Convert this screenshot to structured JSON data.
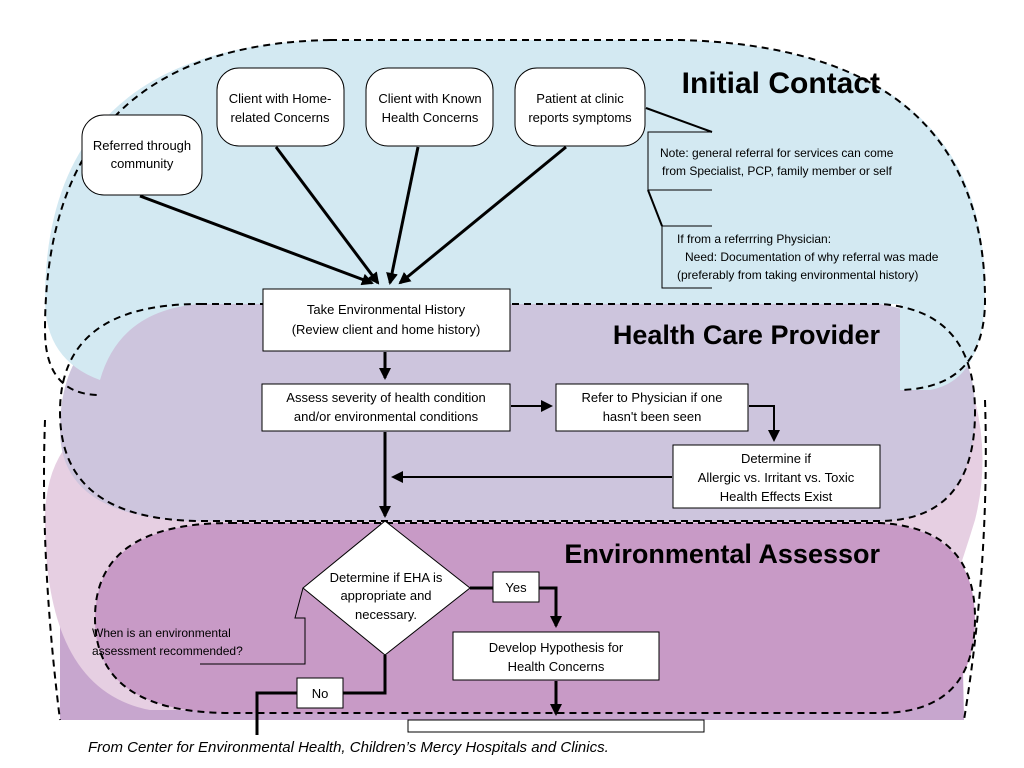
{
  "zones": {
    "initial_contact": "Initial Contact",
    "health_care_provider": "Health Care Provider",
    "environmental_assessor": "Environmental Assessor"
  },
  "sources": {
    "referred": [
      "Referred through",
      "community"
    ],
    "home": [
      "Client with Home-",
      "related Concerns"
    ],
    "known": [
      "Client with Known",
      "Health Concerns"
    ],
    "clinic": [
      "Patient at clinic",
      "reports symptoms"
    ]
  },
  "notes": {
    "general_referral": [
      "Note: general referral for services can come",
      "from Specialist, PCP, family member or self"
    ],
    "physician_referral": [
      "If from a referrring Physician:",
      "Need: Documentation of why referral was made",
      "(preferably from taking environmental history)"
    ],
    "eha_question": [
      "When is an environmental",
      "assessment recommended?"
    ]
  },
  "steps": {
    "history": [
      "Take Environmental History",
      "(Review client and home history)"
    ],
    "assess": [
      "Assess severity of health condition",
      "and/or environmental conditions"
    ],
    "refer": [
      "Refer to Physician if one",
      "hasn't been seen"
    ],
    "determine_effects": [
      "Determine if",
      "Allergic vs. Irritant vs. Toxic",
      "Health Effects Exist"
    ],
    "decision": [
      "Determine if EHA is",
      "appropriate and",
      "necessary."
    ],
    "hypothesis": [
      "Develop Hypothesis for",
      "Health Concerns"
    ]
  },
  "branches": {
    "yes": "Yes",
    "no": "No"
  },
  "caption": "From Center for Environmental Health, Children’s Mercy Hospitals and Clinics.",
  "colors": {
    "initial_contact": "#d3e9f2",
    "health_care_provider": "#cdc5dd",
    "environmental_assessor": "#c89ac6",
    "lower_band": "#c7a6ce",
    "overlap_pink": "#e6cfe2"
  }
}
